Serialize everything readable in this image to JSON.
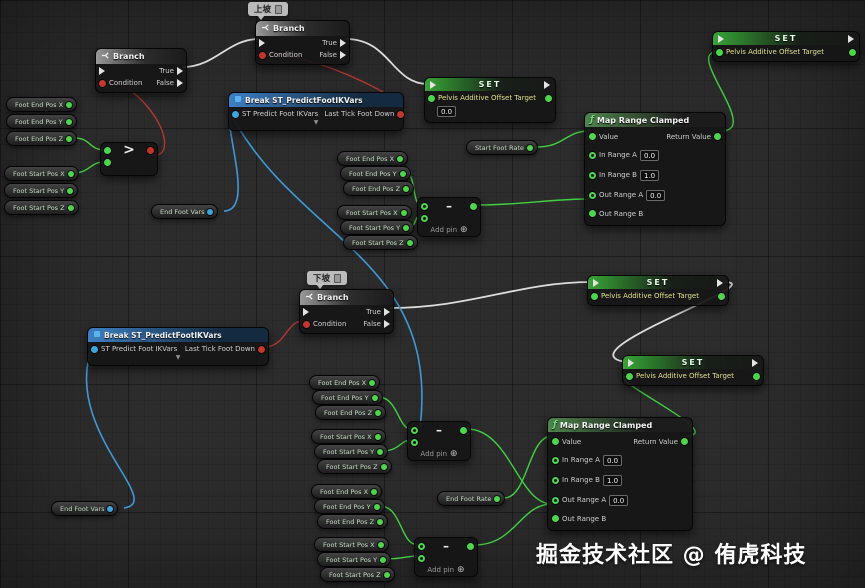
{
  "watermark": {
    "text": "掘金技术社区 @ 侑虎科技"
  },
  "comments": {
    "up": "上坡",
    "down": "下坡"
  },
  "node_labels": {
    "branch": "Branch",
    "true_pin": "True",
    "false_pin": "False",
    "condition_pin": "Condition",
    "set_title": "SET",
    "pelvis_pin": "Pelvis Additive Offset Target",
    "break_title": "Break ST_PredictFootIKVars",
    "break_input": "ST Predict Foot IKVars",
    "break_output": "Last Tick Foot Down",
    "map_title": "Map Range Clamped",
    "fn_icon": "ƒ",
    "value_pin": "Value",
    "in_range_a": "In Range A",
    "in_range_b": "In Range B",
    "out_range_a": "Out Range A",
    "out_range_b": "Out Range B",
    "return_value": "Return Value",
    "add_pin": "Add pin",
    "add_pin_icon": "⊕",
    "subtract_op": "–",
    "greater_op": ">",
    "collapse_icon": "▼"
  },
  "values": {
    "zero": "0.0",
    "one": "1.0"
  },
  "variables": {
    "foot_end_x": "Foot End Pos X",
    "foot_end_y": "Foot End Pos Y",
    "foot_end_z": "Foot End Pos Z",
    "foot_start_x": "Foot Start Pos X",
    "foot_start_y": "Foot Start Pos Y",
    "foot_start_z": "Foot Start Pos Z",
    "end_foot_vars": "End Foot Vars",
    "start_foot_rate": "Start Foot Rate",
    "end_foot_rate": "End Foot Rate"
  },
  "colors": {
    "exec_wire": "#dcdcdc",
    "float_wire": "#3fd13f",
    "bool_wire": "#b5382e",
    "struct_wire": "#3c9ad6"
  }
}
